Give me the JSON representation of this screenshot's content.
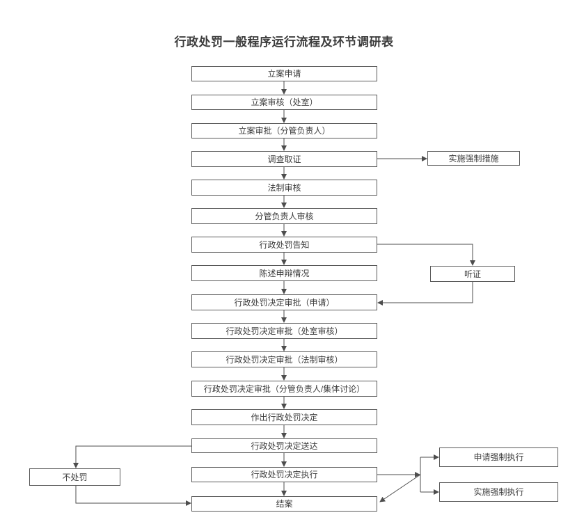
{
  "title": "行政处罚一般程序运行流程及环节调研表",
  "colors": {
    "box_border": "#595959",
    "connector_line": "#4d4d4d",
    "text": "#3c3c3c",
    "background": "#ffffff"
  },
  "flowchart": {
    "main_steps": [
      "立案申请",
      "立案审核（处室）",
      "立案审批（分管负责人）",
      "调查取证",
      "法制审核",
      "分管负责人审核",
      "行政处罚告知",
      "陈述申辩情况",
      "行政处罚决定审批（申请）",
      "行政处罚决定审批（处室审核）",
      "行政处罚决定审批（法制审核）",
      "行政处罚决定审批（分管负责人/集体讨论）",
      "作出行政处罚决定",
      "行政处罚决定送达",
      "行政处罚决定执行",
      "结案"
    ],
    "side_steps": {
      "compulsory_measures": "实施强制措施",
      "hearing": "听证",
      "no_penalty": "不处罚",
      "apply_enforcement": "申请强制执行",
      "implement_enforcement": "实施强制执行"
    },
    "edges": [
      {
        "from": "立案申请",
        "to": "立案审核（处室）"
      },
      {
        "from": "立案审核（处室）",
        "to": "立案审批（分管负责人）"
      },
      {
        "from": "立案审批（分管负责人）",
        "to": "调查取证"
      },
      {
        "from": "调查取证",
        "to": "实施强制措施"
      },
      {
        "from": "调查取证",
        "to": "法制审核"
      },
      {
        "from": "法制审核",
        "to": "分管负责人审核"
      },
      {
        "from": "分管负责人审核",
        "to": "行政处罚告知"
      },
      {
        "from": "行政处罚告知",
        "to": "陈述申辩情况"
      },
      {
        "from": "行政处罚告知",
        "to": "听证"
      },
      {
        "from": "陈述申辩情况",
        "to": "行政处罚决定审批（申请）"
      },
      {
        "from": "听证",
        "to": "行政处罚决定审批（申请）"
      },
      {
        "from": "行政处罚决定审批（申请）",
        "to": "行政处罚决定审批（处室审核）"
      },
      {
        "from": "行政处罚决定审批（处室审核）",
        "to": "行政处罚决定审批（法制审核）"
      },
      {
        "from": "行政处罚决定审批（法制审核）",
        "to": "行政处罚决定审批（分管负责人/集体讨论）"
      },
      {
        "from": "行政处罚决定审批（分管负责人/集体讨论）",
        "to": "作出行政处罚决定"
      },
      {
        "from": "作出行政处罚决定",
        "to": "行政处罚决定送达"
      },
      {
        "from": "行政处罚决定送达",
        "to": "不处罚"
      },
      {
        "from": "行政处罚决定送达",
        "to": "行政处罚决定执行"
      },
      {
        "from": "不处罚",
        "to": "结案",
        "path": "left-branch"
      },
      {
        "from": "行政处罚决定执行",
        "to": "结案",
        "path": "direct"
      },
      {
        "from": "行政处罚决定执行",
        "to": "申请强制执行"
      },
      {
        "from": "行政处罚决定执行",
        "to": "实施强制执行"
      },
      {
        "from": "行政处罚决定执行",
        "to": "结案",
        "path": "via-enforcement-branch"
      }
    ]
  }
}
